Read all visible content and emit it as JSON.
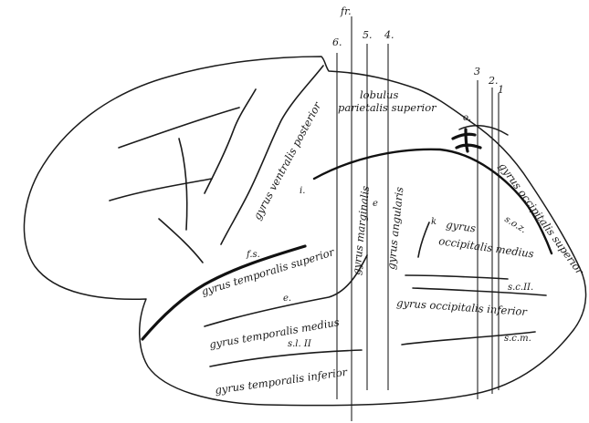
{
  "lines": {
    "fr": "fr.",
    "six": "6.",
    "five": "5.",
    "four": "4.",
    "three": "3",
    "two": "2.",
    "one": "1"
  },
  "labels": {
    "o": "o.",
    "i": "i.",
    "e_vert": "e",
    "k": "k",
    "fs": "f.s.",
    "e": "e.",
    "sl2": "s.l. II",
    "soz": "s.o.z.",
    "sc2": "s.c.II.",
    "scm": "s.c.m."
  },
  "gyri": {
    "lobulus": "lobulus",
    "parietalis": "parietalis superior",
    "ventralis": "gyrus ventralis posterior",
    "marginalis": "gyrus marginalis",
    "angularis": "gyrus angularis",
    "gyrus_occ_medius": "gyrus",
    "occ_medius": "occipitalis medius",
    "occ_superior": "gyrus occipitalis superior",
    "temp_superior": "gyrus temporalis superior",
    "temp_medius": "gyrus temporalis medius",
    "temp_inferior": "gyrus temporalis inferior",
    "occ_inferior": "gyrus occipitalis inferior"
  }
}
